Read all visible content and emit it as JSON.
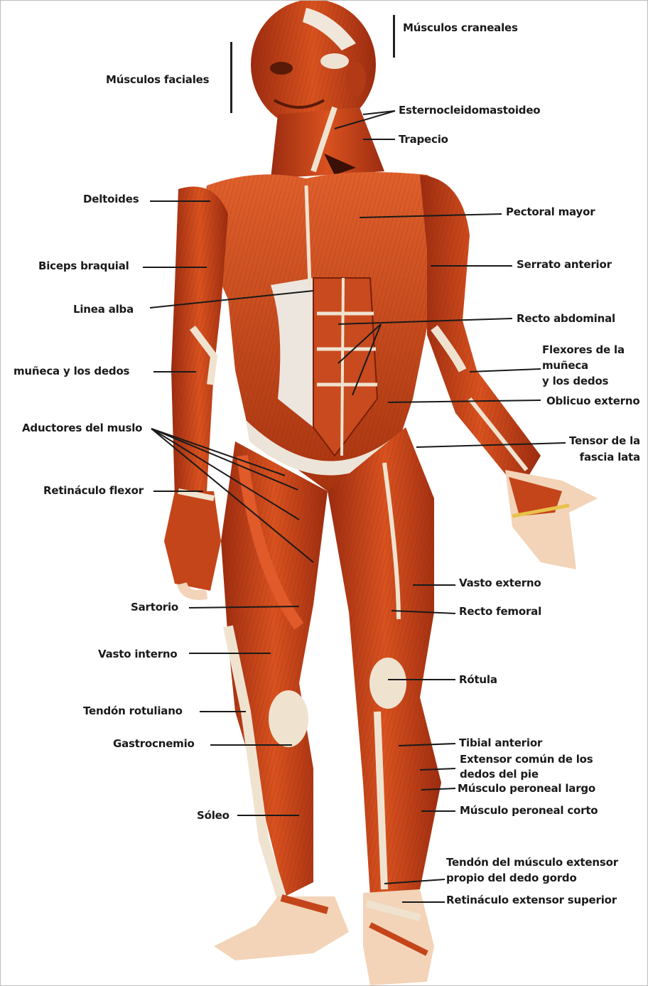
{
  "labels": {
    "musculos_craneales": "Músculos craneales",
    "musculos_faciales": "Músculos faciales",
    "esternocleidomastoideo": "Esternocleidomastoideo",
    "trapecio": "Trapecio",
    "deltoides": "Deltoides",
    "pectoral_mayor": "Pectoral mayor",
    "biceps_braquial": "Biceps braquial",
    "serrato_anterior": "Serrato anterior",
    "linea_alba": "Linea alba",
    "recto_abdominal": "Recto abdominal",
    "flexores_muneca": "Flexores de la\nmuñeca\ny los dedos",
    "muneca_dedos": "muñeca y los dedos",
    "oblicuo_externo": "Oblicuo externo",
    "aductores_muslo": "Aductores del muslo",
    "tensor_fascia_lata": "Tensor de la\nfascia lata",
    "retinaculo_flexor": "Retináculo flexor",
    "vasto_externo": "Vasto externo",
    "sartorio": "Sartorio",
    "recto_femoral": "Recto femoral",
    "vasto_interno": "Vasto interno",
    "rotula": "Rótula",
    "tendon_rotuliano": "Tendón rotuliano",
    "tibial_anterior": "Tibial anterior",
    "gastrocnemio": "Gastrocnemio",
    "extensor_comun": "Extensor común de los\ndedos del pie",
    "peroneal_largo": "Músculo peroneal largo",
    "soleo": "Sóleo",
    "peroneal_corto": "Músculo peroneal corto",
    "tendon_extensor_gordo": "Tendón del músculo extensor\npropio del dedo gordo",
    "retinaculo_extensor": "Retináculo extensor superior"
  },
  "colors": {
    "muscle": "#c8401c",
    "muscle_dark": "#8e2a10",
    "muscle_light": "#e8643a",
    "tendon": "#efe6d6",
    "skin": "#f3d4b8",
    "leader": "#1a1a1a"
  }
}
